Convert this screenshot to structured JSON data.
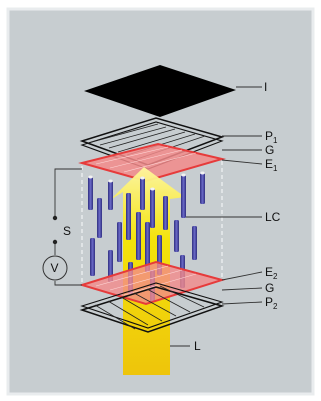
{
  "colors": {
    "background": "#c7cdd0",
    "frame": "#e9ecee",
    "polarizer_fill": "#000000",
    "electrode_fill": "#f28a8a",
    "electrode_edge": "#e63b3b",
    "light": "#f6e400",
    "molecule": "#4f4ea6",
    "molecule_tip": "#f2f2f2",
    "lead_line": "#333333"
  },
  "labels": {
    "I": "I",
    "P1": {
      "main": "P",
      "sub": "1"
    },
    "G_top": "G",
    "E1": {
      "main": "E",
      "sub": "1"
    },
    "LC": "LC",
    "S": "S",
    "V": "V",
    "E2": {
      "main": "E",
      "sub": "2"
    },
    "G_bottom": "G",
    "P2": {
      "main": "P",
      "sub": "2"
    },
    "L": "L"
  }
}
